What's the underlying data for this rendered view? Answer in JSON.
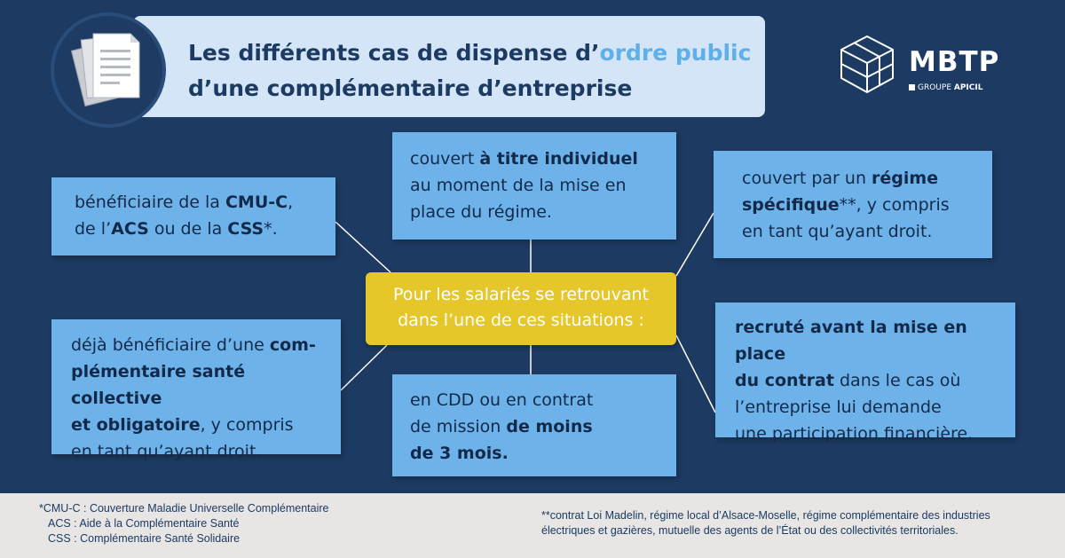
{
  "title": {
    "line1_part1": "Les différents cas de dispense d’",
    "line1_accent": "ordre public",
    "line2": "d’une complémentaire d’entreprise",
    "icon": "documents-icon"
  },
  "logo": {
    "name": "MBTP",
    "group_prefix": "GROUPE ",
    "group_name": "APICIL",
    "icon": "cube-logo-icon"
  },
  "center": {
    "line1": "Pour les salariés se retrouvant",
    "line2": "dans l’une de ces situations :"
  },
  "cases": {
    "top_left": {
      "l1_a": "bénéficiaire de la ",
      "l1_b": "CMU-C",
      "l1_c": ",",
      "l2_a": "de l’",
      "l2_b": "ACS",
      "l2_c": " ou de la ",
      "l2_d": "CSS",
      "l2_e": "*."
    },
    "top_center": {
      "l1_a": "couvert ",
      "l1_b": "à titre individuel",
      "l2": "au moment de la mise en",
      "l3": "place du régime."
    },
    "top_right": {
      "l1_a": "couvert par un ",
      "l1_b": "régime",
      "l2_a": "spécifique",
      "l2_b": "**, y compris",
      "l3": "en tant qu’ayant droit."
    },
    "bottom_left": {
      "l1_a": "déjà bénéficiaire d’une ",
      "l1_b": "com-",
      "l2": "plémentaire santé collective",
      "l3_a": "et obligatoire",
      "l3_b": ", y compris",
      "l4": "en tant qu’ayant droit."
    },
    "bottom_center": {
      "l1": "en CDD ou en contrat",
      "l2_a": "de mission ",
      "l2_b": "de moins",
      "l3": "de 3 mois."
    },
    "bottom_right": {
      "l1": "recruté avant la mise en place",
      "l2_a": "du contrat",
      "l2_b": " dans le cas où",
      "l3": "l’entreprise lui demande",
      "l4": "une participation financière."
    }
  },
  "footer": {
    "left": [
      "*CMU-C : Couverture Maladie Universelle Complémentaire",
      "ACS : Aide à la Complémentaire Santé",
      "CSS : Complémentaire Santé Solidaire"
    ],
    "right": [
      "**contrat Loi Madelin, régime local d’Alsace-Moselle, régime complémentaire des industries",
      "électriques et gazières, mutuelle des agents de l’État ou des collectivités territoriales."
    ]
  },
  "colors": {
    "background": "#1d3a62",
    "box": "#6db3ea",
    "center": "#e5c72a",
    "title_bg": "#d3e5f6",
    "accent": "#5fb0e8",
    "footer_bg": "#e7e6e4"
  }
}
